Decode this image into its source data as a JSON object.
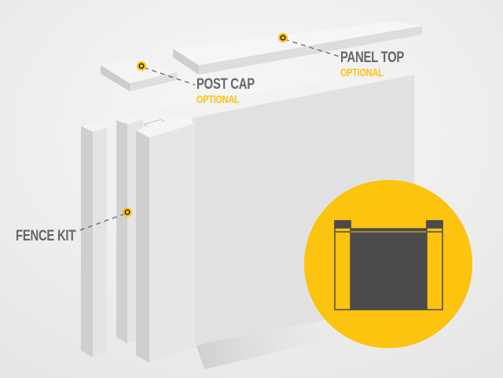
{
  "labels": {
    "panel_top": {
      "title": "PANEL TOP",
      "subtitle": "OPTIONAL"
    },
    "post_cap": {
      "title": "POST CAP",
      "subtitle": "OPTIONAL"
    },
    "fence_kit": {
      "title": "FENCE KIT"
    }
  },
  "colors": {
    "accent": "#fcc30f",
    "label_gray": "#666666",
    "icon_dark": "#4b4b4d"
  }
}
